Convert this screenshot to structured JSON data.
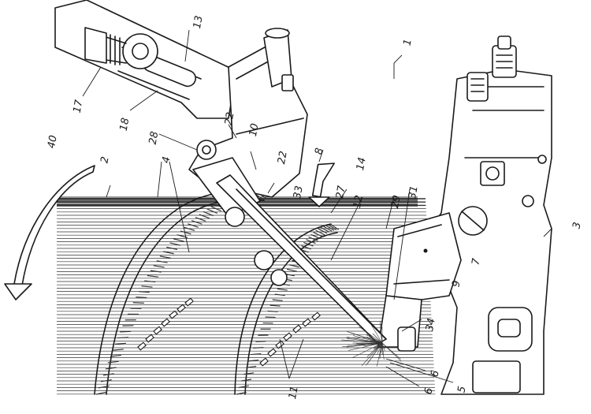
{
  "labels": {
    "r1": "1",
    "r2": "2",
    "r3": "3",
    "r4": "4",
    "r5": "5",
    "r6a": "6",
    "r6b": "6",
    "r7": "7",
    "r8": "8",
    "r9": "9",
    "r10": "10",
    "r11": "11",
    "r12": "12",
    "r13": "13",
    "r14": "14",
    "r17": "17",
    "r18": "18",
    "r22a": "22",
    "r22b": "22",
    "r27": "27",
    "r28": "28",
    "r29": "29",
    "r31": "31",
    "r33": "33",
    "r34": "34",
    "r40": "40"
  },
  "ink_color": "#1a1a1a",
  "paper_color": "#ffffff"
}
